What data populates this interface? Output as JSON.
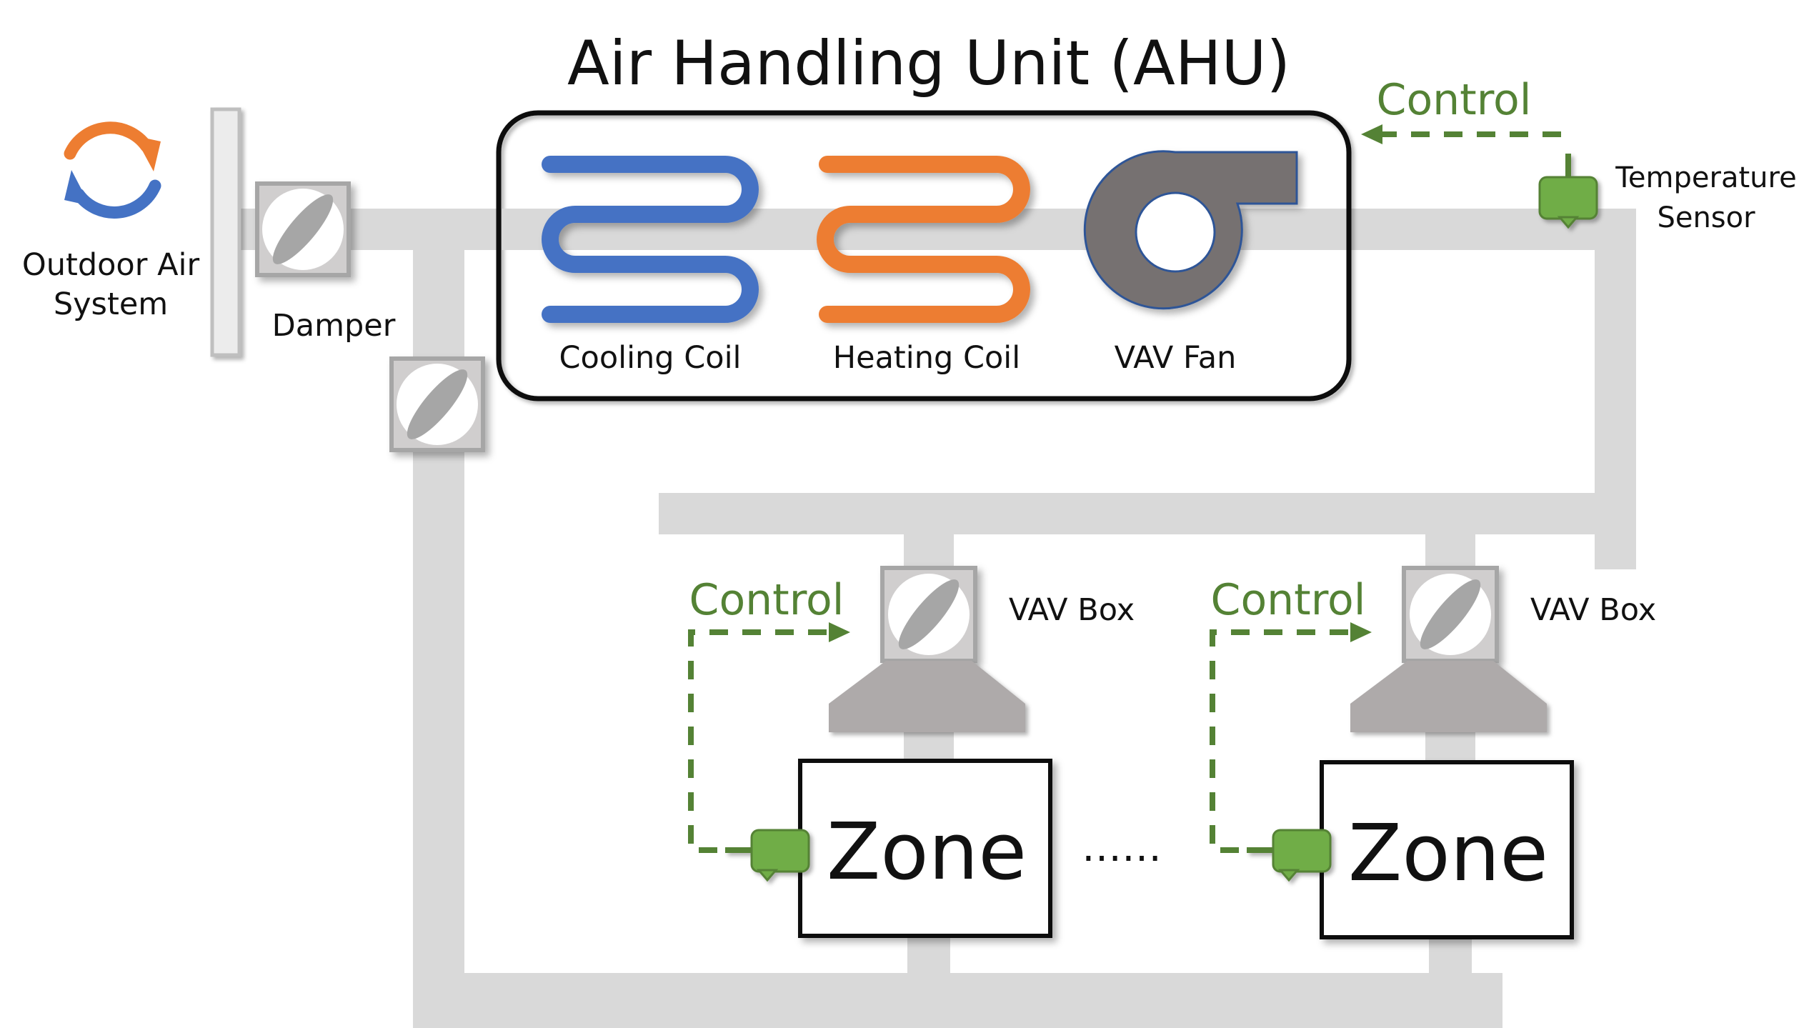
{
  "title": "Air Handling Unit (AHU)",
  "labels": {
    "outdoor_air_line1": "Outdoor Air",
    "outdoor_air_line2": "System",
    "damper": "Damper",
    "cooling_coil": "Cooling Coil",
    "heating_coil": "Heating Coil",
    "vav_fan": "VAV Fan",
    "temperature_sensor_line1": "Temperature",
    "temperature_sensor_line2": "Sensor",
    "control_ahu": "Control",
    "control_zone_1": "Control",
    "control_zone_2": "Control",
    "vav_box_1": "VAV Box",
    "vav_box_2": "VAV Box",
    "zone_1": "Zone",
    "zone_2": "Zone",
    "ellipsis": "……"
  },
  "colors": {
    "duct": "#d9d9d9",
    "cooling": "#4472c4",
    "heating": "#ed7d31",
    "fan": "#767171",
    "control": "#548235",
    "sensor": "#70ad47",
    "damper_gray": "#a6a6a6",
    "diffuser": "#aeaaaa"
  },
  "icons": [
    "recycle-arrows-icon",
    "damper-icon",
    "cooling-coil-icon",
    "heating-coil-icon",
    "fan-icon",
    "sensor-icon",
    "diffuser-icon"
  ]
}
